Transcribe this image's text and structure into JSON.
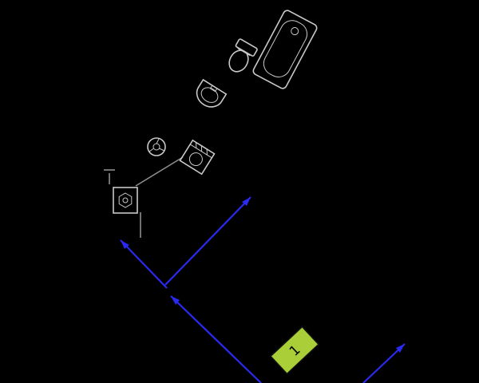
{
  "app": {
    "view": "cad-floor-plan",
    "background": "#000000"
  },
  "colors": {
    "bg": "#000000",
    "fixture": "#c9c9c9",
    "wall": "#8f8f8f",
    "dim": "#2a2af0",
    "label-fill": "#a9ce38",
    "label-border": "#141414",
    "label-text": "#000000"
  },
  "drawing": {
    "type": "bathroom-floor-plan",
    "fixtures": [
      "bathtub",
      "toilet",
      "washbasin",
      "extractor-fan",
      "washing-machine",
      "water-heater"
    ],
    "dimension_line_count": 4
  },
  "room_label": {
    "text": "1"
  }
}
